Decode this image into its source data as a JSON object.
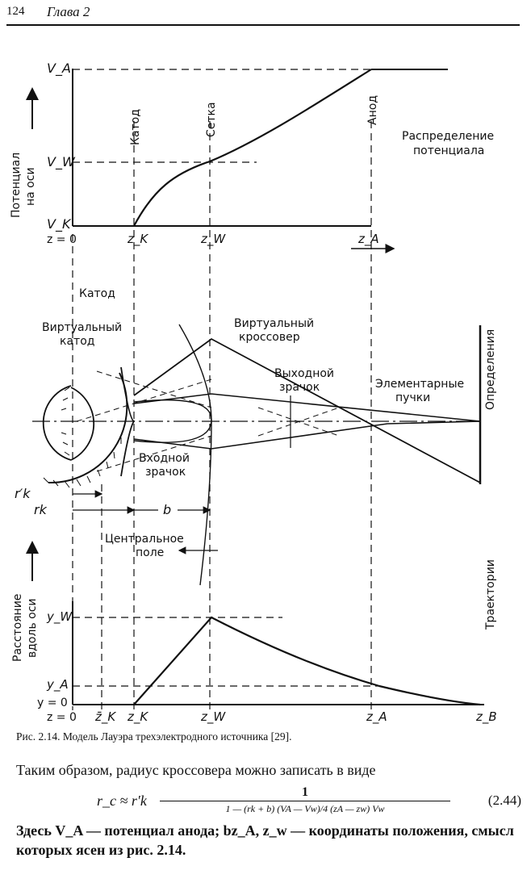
{
  "header": {
    "page_number": "124",
    "chapter": "Глава 2"
  },
  "figure": {
    "top_panel": {
      "y_axis_label_line1": "Потенциал",
      "y_axis_label_line2": "на оси",
      "v_a": "V_A",
      "v_w": "V_W",
      "v_k": "V_K",
      "label_cathode": "Катод",
      "label_grid": "Сетка",
      "label_anode": "Анод",
      "title_line1": "Распределение",
      "title_line2": "потенциала",
      "x_z0": "z = 0",
      "x_zk": "z_K",
      "x_zw": "z_W",
      "x_za": "z_A"
    },
    "middle_panel": {
      "cathode": "Катод",
      "virtual_cathode_line1": "Виртуальный",
      "virtual_cathode_line2": "катод",
      "virtual_crossover_line1": "Виртуальный",
      "virtual_crossover_line2": "кроссовер",
      "exit_pupil_line1": "Выходной",
      "exit_pupil_line2": "зрачок",
      "elementary_beams_line1": "Элементарные",
      "elementary_beams_line2": "пучки",
      "definitions": "Определения",
      "entrance_pupil_line1": "Входной",
      "entrance_pupil_line2": "зрачок",
      "r_k_prime": "r′k",
      "r_k": "rk",
      "b": "b",
      "central_field_line1": "Центральное",
      "central_field_line2": "поле"
    },
    "bottom_panel": {
      "y_axis_label_line1": "Расстояние",
      "y_axis_label_line2": "вдоль оси",
      "y_w": "y_W",
      "y_a": "y_A",
      "y_0": "y = 0",
      "trajectories": "Траектории",
      "x_z0": "z = 0",
      "x_zk_bar": "z̄_K",
      "x_zk": "z_K",
      "x_zw": "z_W",
      "x_za": "z_A",
      "x_zb": "z_B"
    }
  },
  "caption": "Рис. 2.14. Модель Лауэра трехэлектродного источника [29].",
  "para1": "Таким образом, радиус кроссовера можно записать в виде",
  "equation": {
    "lhs": "r_c ≈ r′k",
    "numerator": "1",
    "denominator": "1 — (rk + b) (VA — Vw)/4 (zA — zw) Vw",
    "number": "(2.44)"
  },
  "para2": "Здесь V_A — потенциал анода; bz_A, z_w — координаты положения, смысл которых ясен из рис. 2.14."
}
